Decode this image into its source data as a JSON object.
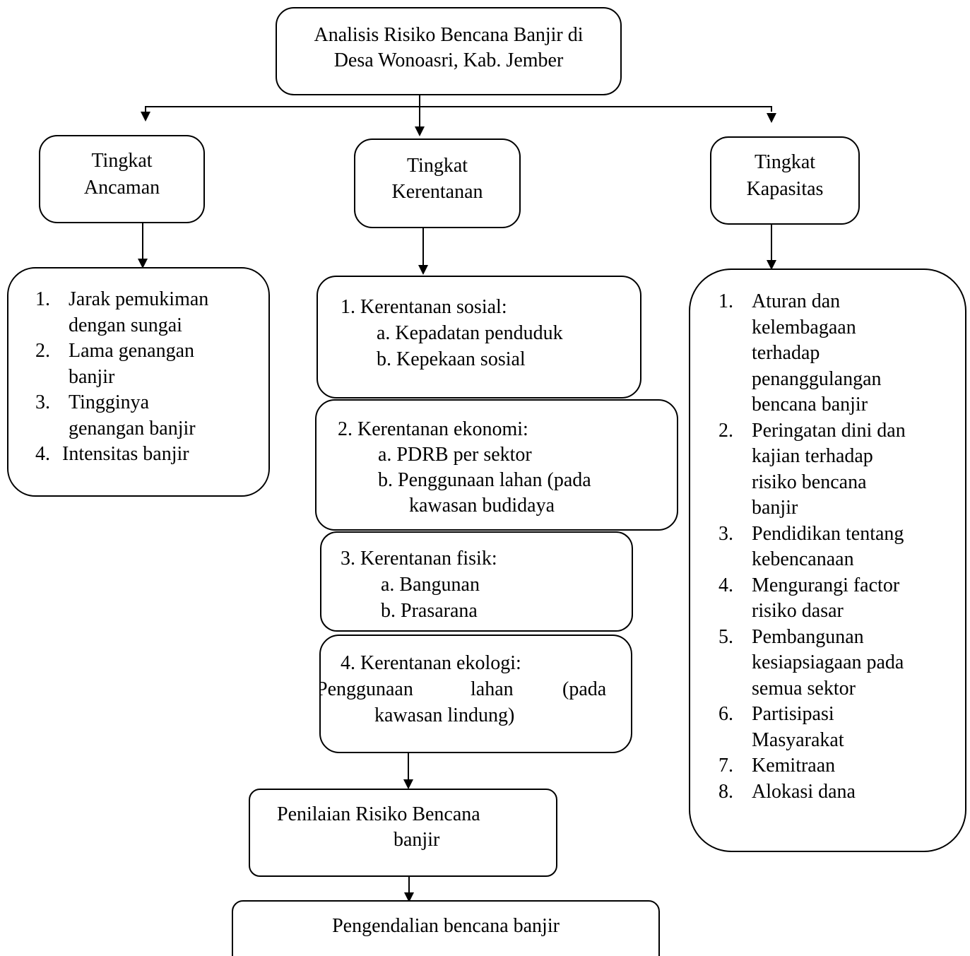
{
  "root": {
    "line1": "Analisis Risiko Bencana Banjir di",
    "line2": "Desa Wonoasri, Kab. Jember"
  },
  "ancaman": {
    "title1": "Tingkat",
    "title2": "Ancaman",
    "items": [
      {
        "num": "1.",
        "l1": "Jarak pemukiman",
        "l2": "dengan sungai"
      },
      {
        "num": "2.",
        "l1": "Lama genangan",
        "l2": "banjir"
      },
      {
        "num": "3.",
        "l1": "Tingginya",
        "l2": "genangan banjir"
      },
      {
        "num": "4.",
        "l1": "Intensitas banjir"
      }
    ]
  },
  "kerentanan": {
    "title1": "Tingkat",
    "title2": "Kerentanan",
    "sosial": {
      "head": "1.   Kerentanan sosial:",
      "a": "a.  Kepadatan penduduk",
      "b": "b.  Kepekaan sosial"
    },
    "ekonomi": {
      "head": "2.   Kerentanan ekonomi:",
      "a": "a.  PDRB per sektor",
      "b": "b.  Penggunaan lahan (pada",
      "b2": "kawasan budidaya"
    },
    "fisik": {
      "head": "3.   Kerentanan fisik:",
      "a": "a.  Bangunan",
      "b": "b.  Prasarana"
    },
    "ekologi": {
      "head": "4.   Kerentanan ekologi:",
      "w1": "Penggunaan",
      "w2": "lahan",
      "w3": "(pada",
      "l3": "kawasan lindung)"
    }
  },
  "kapasitas": {
    "title1": "Tingkat",
    "title2": "Kapasitas",
    "items": [
      {
        "num": "1.",
        "lines": [
          "Aturan dan",
          "kelembagaan",
          "terhadap",
          "penanggulangan",
          "bencana banjir"
        ]
      },
      {
        "num": "2.",
        "lines": [
          "Peringatan dini dan",
          "kajian terhadap",
          "risiko bencana",
          "banjir"
        ]
      },
      {
        "num": "3.",
        "lines": [
          "Pendidikan tentang",
          "kebencanaan"
        ]
      },
      {
        "num": "4.",
        "lines": [
          "Mengurangi factor",
          "risiko dasar"
        ]
      },
      {
        "num": "5.",
        "lines": [
          "Pembangunan",
          "kesiapsiagaan pada",
          "semua sektor"
        ]
      },
      {
        "num": "6.",
        "lines": [
          "Partisipasi",
          "Masyarakat"
        ]
      },
      {
        "num": "7.",
        "lines": [
          "Kemitraan"
        ]
      },
      {
        "num": "8.",
        "lines": [
          "Alokasi dana"
        ]
      }
    ]
  },
  "penilaian": {
    "line1": "Penilaian Risiko Bencana",
    "line2": "banjir"
  },
  "pengendalian": {
    "label": "Pengendalian bencana banjir"
  }
}
